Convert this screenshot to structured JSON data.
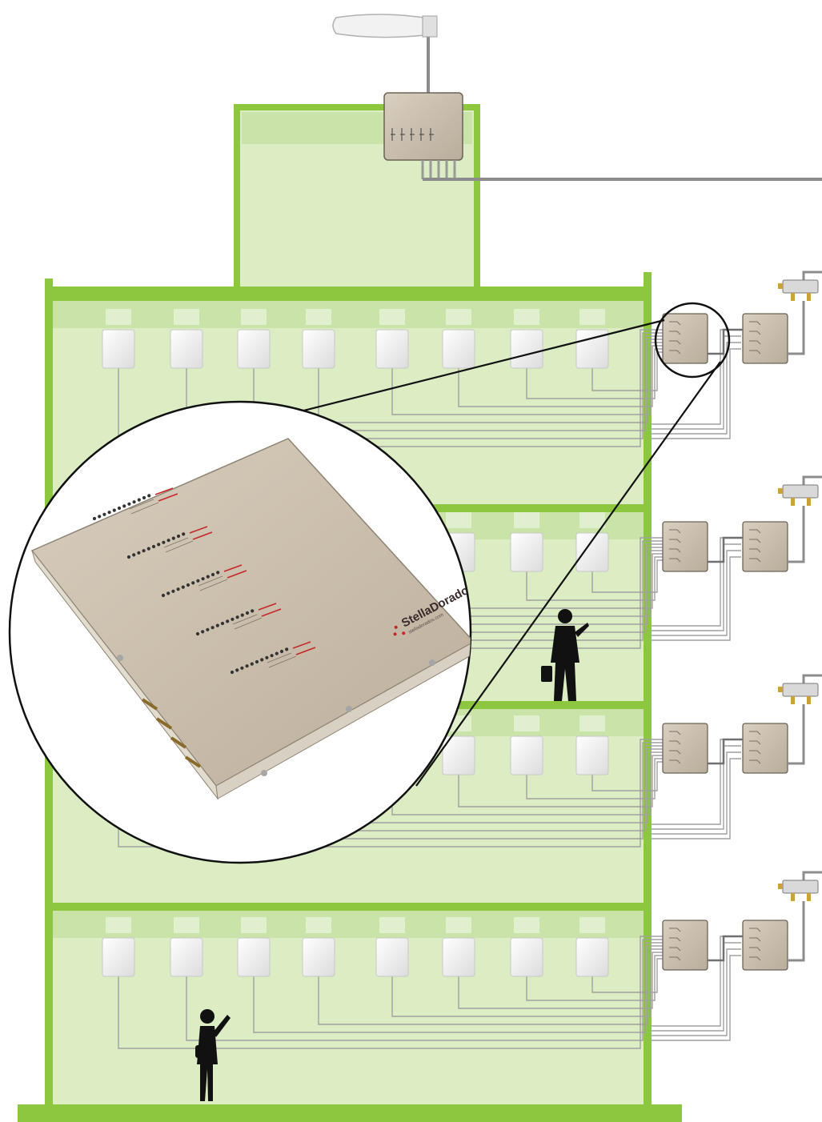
{
  "diagram": {
    "floors": [
      {
        "name": "floor-4",
        "antennas": 8
      },
      {
        "name": "floor-3",
        "antennas": 8
      },
      {
        "name": "floor-2",
        "antennas": 8
      },
      {
        "name": "floor-1",
        "antennas": 8
      }
    ],
    "colors": {
      "wall": "#8dc63f",
      "fill": "#dcedc4",
      "band": "#c9e3a8",
      "cable": "#a0a0a0",
      "feed_cable": "#8c8c8c",
      "amplifier": "#cfc4b3",
      "amplifier_border": "#6b6356",
      "antenna": "#f4f4f4",
      "silhouette": "#111111",
      "brand_red": "#c62828"
    },
    "callout": {
      "brand_text": "StellaDorados",
      "brand_subtext": "stelladorados.com"
    }
  }
}
